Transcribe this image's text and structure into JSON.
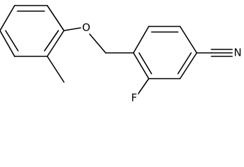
{
  "molecule": {
    "atoms": {
      "oxygen": "O",
      "fluorine": "F",
      "nitrogen": "N"
    },
    "colors": {
      "bond": "#000000",
      "label": "#000000",
      "background": "#ffffff"
    }
  }
}
